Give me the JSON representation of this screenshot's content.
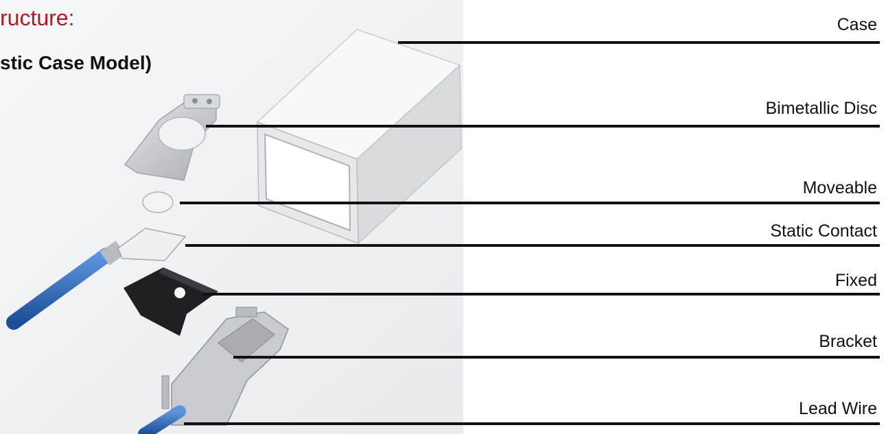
{
  "header": {
    "title": "ructure:",
    "subtitle": "stic Case Model)"
  },
  "colors": {
    "title": "#b31b23",
    "leader_line": "#111111",
    "photo_background": "#f1f2f4",
    "metal": "#c9ccd0",
    "wire_blue": "#2a63b8",
    "black_part": "#1c1d20"
  },
  "parts": [
    {
      "id": "case",
      "label": "Case",
      "icon": "case-icon"
    },
    {
      "id": "bimetallic-disc",
      "label": "Bimetallic Disc",
      "icon": "bimetallic-disc-icon"
    },
    {
      "id": "moveable",
      "label": "Moveable",
      "icon": "moveable-contact-icon"
    },
    {
      "id": "static-contact",
      "label": "Static Contact",
      "icon": "static-contact-icon"
    },
    {
      "id": "fixed",
      "label": "Fixed",
      "icon": "fixed-block-icon"
    },
    {
      "id": "bracket",
      "label": "Bracket",
      "icon": "bracket-icon"
    },
    {
      "id": "lead-wire",
      "label": "Lead Wire",
      "icon": "lead-wire-icon"
    }
  ]
}
